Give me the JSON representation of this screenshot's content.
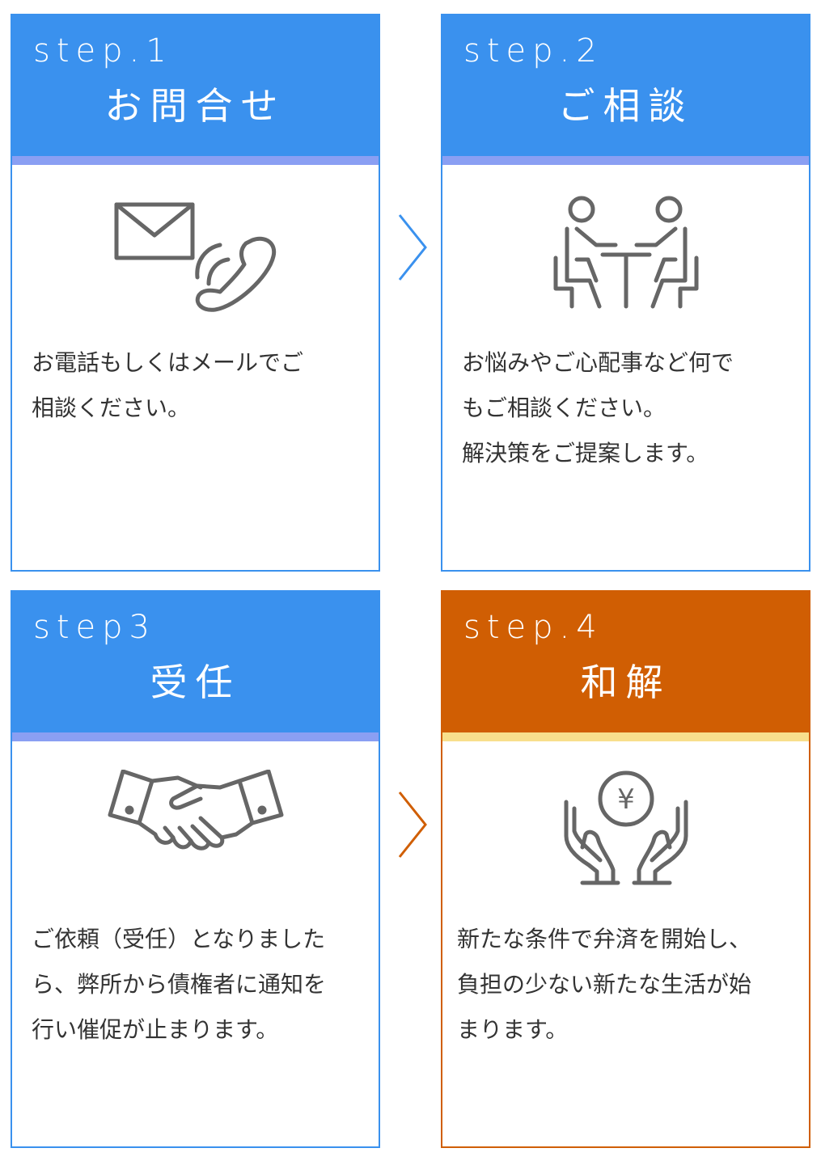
{
  "steps": [
    {
      "label": "step.1",
      "title": "お問合せ",
      "icon": "mail-phone-icon",
      "lines": [
        "お電話もしくはメールでご",
        "相談ください。"
      ]
    },
    {
      "label": "step.2",
      "title": "ご相談",
      "icon": "consultation-icon",
      "lines": [
        "お悩みやご心配事など何で",
        "もご相談ください。",
        "解決策をご提案します。"
      ]
    },
    {
      "label": "step3",
      "title": "受任",
      "icon": "handshake-icon",
      "lines": [
        "ご依頼（受任）となりました",
        "ら、弊所から債権者に通知を",
        "行い催促が止まります。"
      ]
    },
    {
      "label": "step.4",
      "title": "和解",
      "icon": "yen-hands-icon",
      "lines": [
        "新たな条件で弁済を開始し、",
        "負担の少ない新たな生活が始",
        "まります。"
      ]
    }
  ],
  "yen_symbol": "¥",
  "colors": {
    "blue": "#3a91ee",
    "lavender": "#8a9ff3",
    "orange": "#d05e03",
    "yellow": "#f8df8c",
    "icon_gray": "#666666"
  }
}
